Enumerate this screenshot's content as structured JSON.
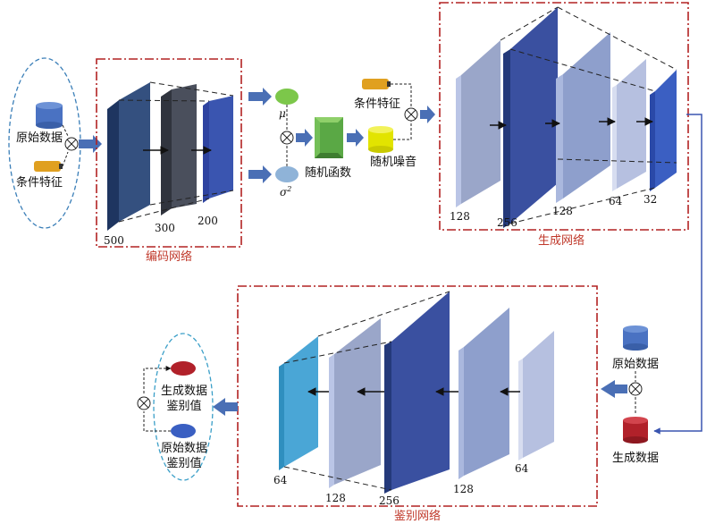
{
  "encoder": {
    "title": "编码网络",
    "input_data": "原始数据",
    "condition": "条件特征",
    "layers": [
      "500",
      "300",
      "200"
    ]
  },
  "latent": {
    "mu": "μ",
    "sigma": "σ",
    "sigma_sup": "2",
    "random_fn": "随机函数",
    "noise": "随机噪音",
    "condition": "条件特征"
  },
  "generator": {
    "title": "生成网络",
    "layers": [
      "128",
      "256",
      "128",
      "64",
      "32"
    ]
  },
  "discriminator": {
    "title": "鉴别网络",
    "layers": [
      "64",
      "128",
      "256",
      "128",
      "64"
    ],
    "input_real": "原始数据",
    "input_fake": "生成数据"
  },
  "output": {
    "fake_line1": "生成数据",
    "fake_line2": "鉴别值",
    "real_line1": "原始数据",
    "real_line2": "鉴别值"
  },
  "colors": {
    "frame": "#b22222",
    "label_red": "#c0392b",
    "arrow_blue": "#4a6fb5",
    "dark_navy": "#2e4a7f",
    "slate": "#4a4f5c",
    "royal": "#3a55b0",
    "light_slate": "#9aa6c9",
    "cyl_blue": "#4a72c2",
    "cyl_yellow": "#e2e400",
    "cyl_red": "#b1212a",
    "cond_orange": "#e0a020",
    "green_box": "#5aa845",
    "ellipse_green": "#7cc74a",
    "ellipse_blue": "#8fb3d8"
  }
}
